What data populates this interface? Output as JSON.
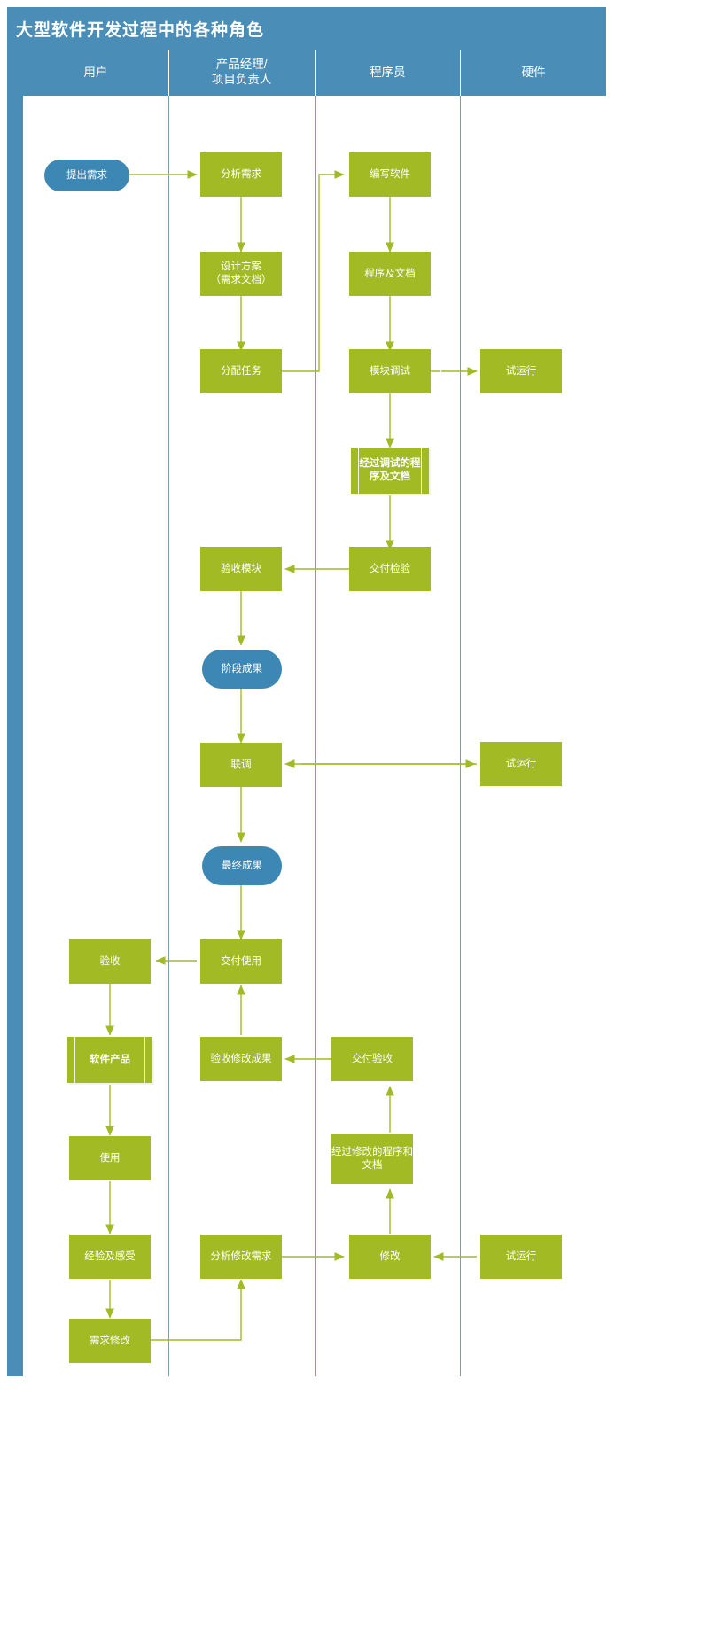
{
  "diagram": {
    "title": "大型软件开发过程中的各种角色",
    "colors": {
      "header_blue": "#4a8db7",
      "process_green": "#a2bb24",
      "terminator_blue": "#3d87b5",
      "connector_green": "#a2bb24",
      "lane_divider": "#7e9db0"
    },
    "lanes": [
      {
        "id": "user",
        "label": "用户"
      },
      {
        "id": "manager",
        "label": "产品经理/\n项目负责人"
      },
      {
        "id": "dev",
        "label": "程序员"
      },
      {
        "id": "hardware",
        "label": "硬件"
      }
    ],
    "nodes": [
      {
        "id": "n01",
        "label": "提出需求",
        "lane": "user",
        "shape": "pill"
      },
      {
        "id": "n02",
        "label": "分析需求",
        "lane": "manager",
        "shape": "process"
      },
      {
        "id": "n03",
        "label": "编写软件",
        "lane": "dev",
        "shape": "process"
      },
      {
        "id": "n04",
        "label": "设计方案\n（需求文档）",
        "lane": "manager",
        "shape": "process"
      },
      {
        "id": "n05",
        "label": "程序及文档",
        "lane": "dev",
        "shape": "process"
      },
      {
        "id": "n06",
        "label": "分配任务",
        "lane": "manager",
        "shape": "process"
      },
      {
        "id": "n07",
        "label": "模块调试",
        "lane": "dev",
        "shape": "process"
      },
      {
        "id": "n08",
        "label": "试运行",
        "lane": "hardware",
        "shape": "process"
      },
      {
        "id": "n09",
        "label": "经过调试的程\n序及文档",
        "lane": "dev",
        "shape": "document-stack"
      },
      {
        "id": "n10",
        "label": "验收模块",
        "lane": "manager",
        "shape": "process"
      },
      {
        "id": "n11",
        "label": "交付检验",
        "lane": "dev",
        "shape": "process"
      },
      {
        "id": "n12",
        "label": "阶段成果",
        "lane": "manager",
        "shape": "pill"
      },
      {
        "id": "n13",
        "label": "联调",
        "lane": "manager",
        "shape": "process"
      },
      {
        "id": "n14",
        "label": "试运行",
        "lane": "hardware",
        "shape": "process"
      },
      {
        "id": "n15",
        "label": "最终成果",
        "lane": "manager",
        "shape": "pill"
      },
      {
        "id": "n16",
        "label": "验收",
        "lane": "user",
        "shape": "process"
      },
      {
        "id": "n17",
        "label": "交付使用",
        "lane": "manager",
        "shape": "process"
      },
      {
        "id": "n18",
        "label": "软件产品",
        "lane": "user",
        "shape": "document-stack"
      },
      {
        "id": "n19",
        "label": "验收修改成果",
        "lane": "manager",
        "shape": "process"
      },
      {
        "id": "n20",
        "label": "交付验收",
        "lane": "dev",
        "shape": "process"
      },
      {
        "id": "n21",
        "label": "使用",
        "lane": "user",
        "shape": "process"
      },
      {
        "id": "n22",
        "label": "经过修改的程序和\n文档",
        "lane": "dev",
        "shape": "process"
      },
      {
        "id": "n23",
        "label": "经验及感受",
        "lane": "user",
        "shape": "process"
      },
      {
        "id": "n24",
        "label": "分析修改需求",
        "lane": "manager",
        "shape": "process"
      },
      {
        "id": "n25",
        "label": "修改",
        "lane": "dev",
        "shape": "process"
      },
      {
        "id": "n26",
        "label": "试运行",
        "lane": "hardware",
        "shape": "process"
      },
      {
        "id": "n27",
        "label": "需求修改",
        "lane": "user",
        "shape": "process"
      }
    ],
    "edges": [
      {
        "from": "n01",
        "to": "n02",
        "type": "arrow"
      },
      {
        "from": "n02",
        "to": "n04",
        "type": "arrow"
      },
      {
        "from": "n04",
        "to": "n06",
        "type": "arrow"
      },
      {
        "from": "n06",
        "to": "n03",
        "type": "arrow"
      },
      {
        "from": "n03",
        "to": "n05",
        "type": "arrow"
      },
      {
        "from": "n05",
        "to": "n07",
        "type": "arrow"
      },
      {
        "from": "n07",
        "to": "n08",
        "type": "double-arrow"
      },
      {
        "from": "n07",
        "to": "n09",
        "type": "arrow"
      },
      {
        "from": "n09",
        "to": "n11",
        "type": "arrow"
      },
      {
        "from": "n11",
        "to": "n10",
        "type": "arrow"
      },
      {
        "from": "n10",
        "to": "n12",
        "type": "arrow"
      },
      {
        "from": "n12",
        "to": "n13",
        "type": "arrow"
      },
      {
        "from": "n14",
        "to": "n13",
        "type": "double-arrow"
      },
      {
        "from": "n13",
        "to": "n15",
        "type": "arrow"
      },
      {
        "from": "n15",
        "to": "n17",
        "type": "arrow"
      },
      {
        "from": "n17",
        "to": "n16",
        "type": "arrow"
      },
      {
        "from": "n16",
        "to": "n18",
        "type": "arrow"
      },
      {
        "from": "n18",
        "to": "n21",
        "type": "arrow"
      },
      {
        "from": "n21",
        "to": "n23",
        "type": "arrow"
      },
      {
        "from": "n23",
        "to": "n27",
        "type": "arrow"
      },
      {
        "from": "n27",
        "to": "n24",
        "type": "arrow"
      },
      {
        "from": "n24",
        "to": "n25",
        "type": "arrow"
      },
      {
        "from": "n26",
        "to": "n25",
        "type": "double-arrow"
      },
      {
        "from": "n25",
        "to": "n22",
        "type": "arrow"
      },
      {
        "from": "n22",
        "to": "n20",
        "type": "arrow"
      },
      {
        "from": "n20",
        "to": "n19",
        "type": "arrow"
      },
      {
        "from": "n19",
        "to": "n17",
        "type": "arrow"
      }
    ]
  }
}
